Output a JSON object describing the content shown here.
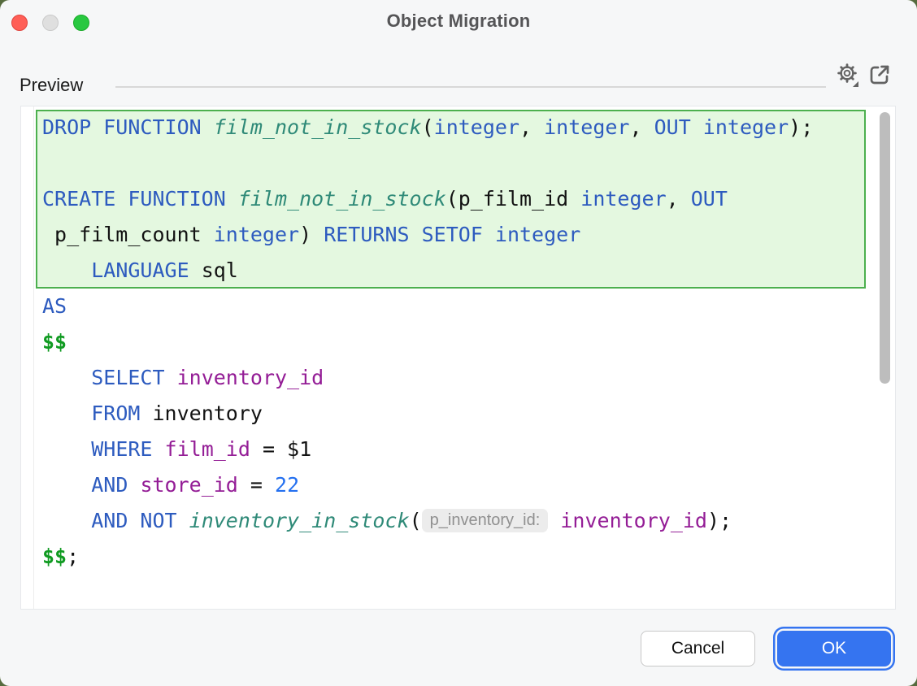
{
  "window": {
    "title": "Object Migration"
  },
  "titlebar": {
    "traffic_lights": [
      "close",
      "minimize-disabled",
      "zoom"
    ]
  },
  "preview": {
    "label": "Preview"
  },
  "header_icons": {
    "settings": "gear-icon-with-dropdown",
    "open": "open-in-new-window-icon"
  },
  "editor": {
    "language": "sql",
    "highlight": {
      "from_line": 1,
      "to_line": 5
    },
    "lines": [
      [
        {
          "c": "kw",
          "t": "DROP FUNCTION "
        },
        {
          "c": "fn",
          "t": "film_not_in_stock"
        },
        {
          "c": "txt",
          "t": "("
        },
        {
          "c": "kw",
          "t": "integer"
        },
        {
          "c": "txt",
          "t": ", "
        },
        {
          "c": "kw",
          "t": "integer"
        },
        {
          "c": "txt",
          "t": ", "
        },
        {
          "c": "kw",
          "t": "OUT integer"
        },
        {
          "c": "txt",
          "t": ");"
        }
      ],
      [],
      [
        {
          "c": "kw",
          "t": "CREATE FUNCTION "
        },
        {
          "c": "fn",
          "t": "film_not_in_stock"
        },
        {
          "c": "txt",
          "t": "(p_film_id "
        },
        {
          "c": "kw",
          "t": "integer"
        },
        {
          "c": "txt",
          "t": ", "
        },
        {
          "c": "kw",
          "t": "OUT"
        }
      ],
      [
        {
          "c": "txt",
          "t": " p_film_count "
        },
        {
          "c": "kw",
          "t": "integer"
        },
        {
          "c": "txt",
          "t": ") "
        },
        {
          "c": "kw",
          "t": "RETURNS SETOF integer"
        }
      ],
      [
        {
          "c": "txt",
          "t": "    "
        },
        {
          "c": "kw",
          "t": "LANGUAGE"
        },
        {
          "c": "txt",
          "t": " sql"
        }
      ],
      [
        {
          "c": "kw",
          "t": "AS"
        }
      ],
      [
        {
          "c": "dollar",
          "t": "$$"
        }
      ],
      [
        {
          "c": "txt",
          "t": "    "
        },
        {
          "c": "kw",
          "t": "SELECT"
        },
        {
          "c": "txt",
          "t": " "
        },
        {
          "c": "id",
          "t": "inventory_id"
        }
      ],
      [
        {
          "c": "txt",
          "t": "    "
        },
        {
          "c": "kw",
          "t": "FROM"
        },
        {
          "c": "txt",
          "t": " inventory"
        }
      ],
      [
        {
          "c": "txt",
          "t": "    "
        },
        {
          "c": "kw",
          "t": "WHERE"
        },
        {
          "c": "txt",
          "t": " "
        },
        {
          "c": "id",
          "t": "film_id"
        },
        {
          "c": "txt",
          "t": " = $1"
        }
      ],
      [
        {
          "c": "txt",
          "t": "    "
        },
        {
          "c": "kw",
          "t": "AND"
        },
        {
          "c": "txt",
          "t": " "
        },
        {
          "c": "id",
          "t": "store_id"
        },
        {
          "c": "txt",
          "t": " = "
        },
        {
          "c": "num",
          "t": "22"
        }
      ],
      [
        {
          "c": "txt",
          "t": "    "
        },
        {
          "c": "kw",
          "t": "AND NOT"
        },
        {
          "c": "txt",
          "t": " "
        },
        {
          "c": "fn",
          "t": "inventory_in_stock"
        },
        {
          "c": "txt",
          "t": "("
        },
        {
          "c": "hint",
          "t": "p_inventory_id:"
        },
        {
          "c": "txt",
          "t": " "
        },
        {
          "c": "id",
          "t": "inventory_id"
        },
        {
          "c": "txt",
          "t": ");"
        }
      ],
      [
        {
          "c": "dollar",
          "t": "$$"
        },
        {
          "c": "txt",
          "t": ";"
        }
      ]
    ]
  },
  "footer": {
    "cancel_label": "Cancel",
    "ok_label": "OK"
  },
  "colors": {
    "accent": "#3574f0",
    "keyword": "#2d5bbf",
    "function_name": "#2f8a78",
    "identifier": "#941d96",
    "number": "#2470f0",
    "dollar_quote": "#119b22",
    "highlight_bg": "#e4f8e0",
    "highlight_border": "#4cb04e",
    "hint_bg": "#ececec",
    "hint_text": "#909090",
    "window_bg": "#f6f7f8",
    "traffic_red": "#ff5f57",
    "traffic_gray": "#dfdfdf",
    "traffic_green": "#28c840"
  }
}
